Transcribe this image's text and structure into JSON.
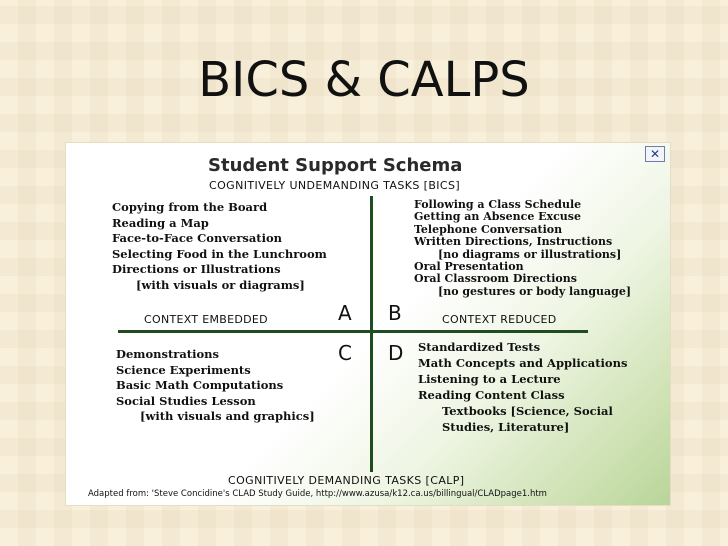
{
  "slide": {
    "title": "BICS & CALPS"
  },
  "schema": {
    "close_glyph": "✕",
    "title": "Student Support Schema",
    "top_caption": "COGNITIVELY UNDEMANDING TASKS [BICS]",
    "bottom_caption": "COGNITIVELY DEMANDING TASKS [CALP]",
    "context_embedded": "CONTEXT EMBEDDED",
    "context_reduced": "CONTEXT REDUCED",
    "letters": {
      "a": "A",
      "b": "B",
      "c": "C",
      "d": "D"
    },
    "quadrant_a": [
      "Copying from the Board",
      "Reading a Map",
      "Face-to-Face Conversation",
      "Selecting Food in the Lunchroom",
      "Directions or Illustrations",
      "[with visuals or diagrams]"
    ],
    "quadrant_b": [
      "Following a Class Schedule",
      "Getting an Absence Excuse",
      "Telephone Conversation",
      "Written Directions, Instructions",
      "[no diagrams or illustrations]",
      "Oral Presentation",
      "Oral Classroom Directions",
      "[no gestures or body language]"
    ],
    "quadrant_c": [
      "Demonstrations",
      "Science Experiments",
      "Basic Math Computations",
      "Social Studies Lesson",
      "[with visuals and graphics]"
    ],
    "quadrant_d": [
      "Standardized Tests",
      "Math Concepts and Applications",
      "Listening to a Lecture",
      "Reading Content Class",
      "Textbooks [Science, Social",
      "Studies, Literature]"
    ],
    "source": "Adapted from: 'Steve Concidine's CLAD Study Guide, http://www.azusa/k12.ca.us/billingual/CLADpage1.htm"
  }
}
